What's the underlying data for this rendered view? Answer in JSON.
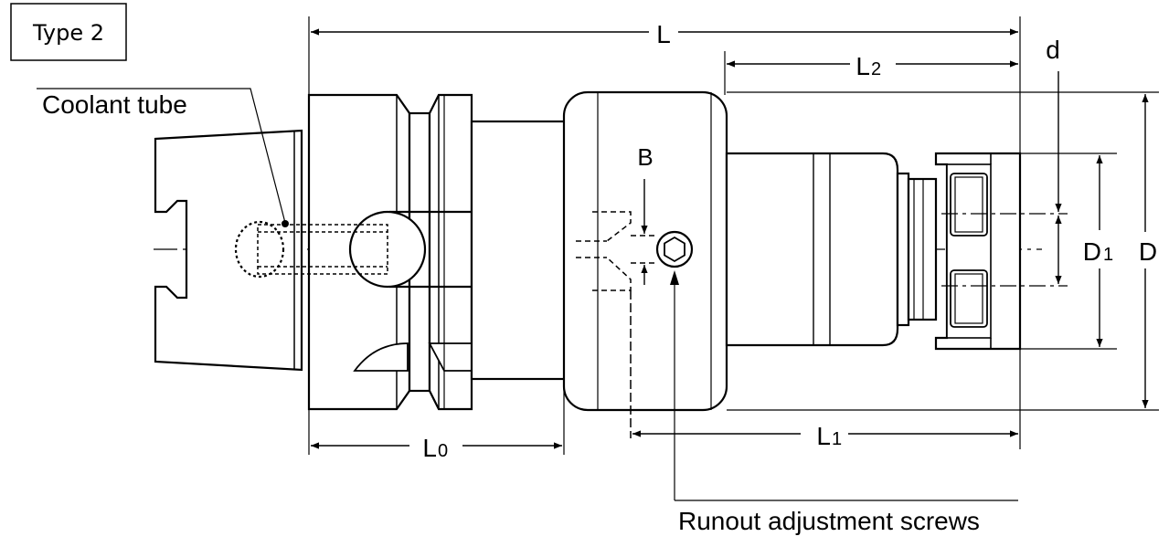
{
  "type_label": "Type 2",
  "callouts": {
    "coolant_tube": "Coolant tube",
    "runout_screws": "Runout adjustment screws"
  },
  "dimensions": {
    "L": "L",
    "L0_main": "L",
    "L0_sub": "0",
    "L1_main": "L",
    "L1_sub": "1",
    "L2_main": "L",
    "L2_sub": "2",
    "d": "d",
    "D": "D",
    "D1_main": "D",
    "D1_sub": "1",
    "B": "B"
  },
  "colors": {
    "line": "#000000",
    "background": "#ffffff"
  }
}
